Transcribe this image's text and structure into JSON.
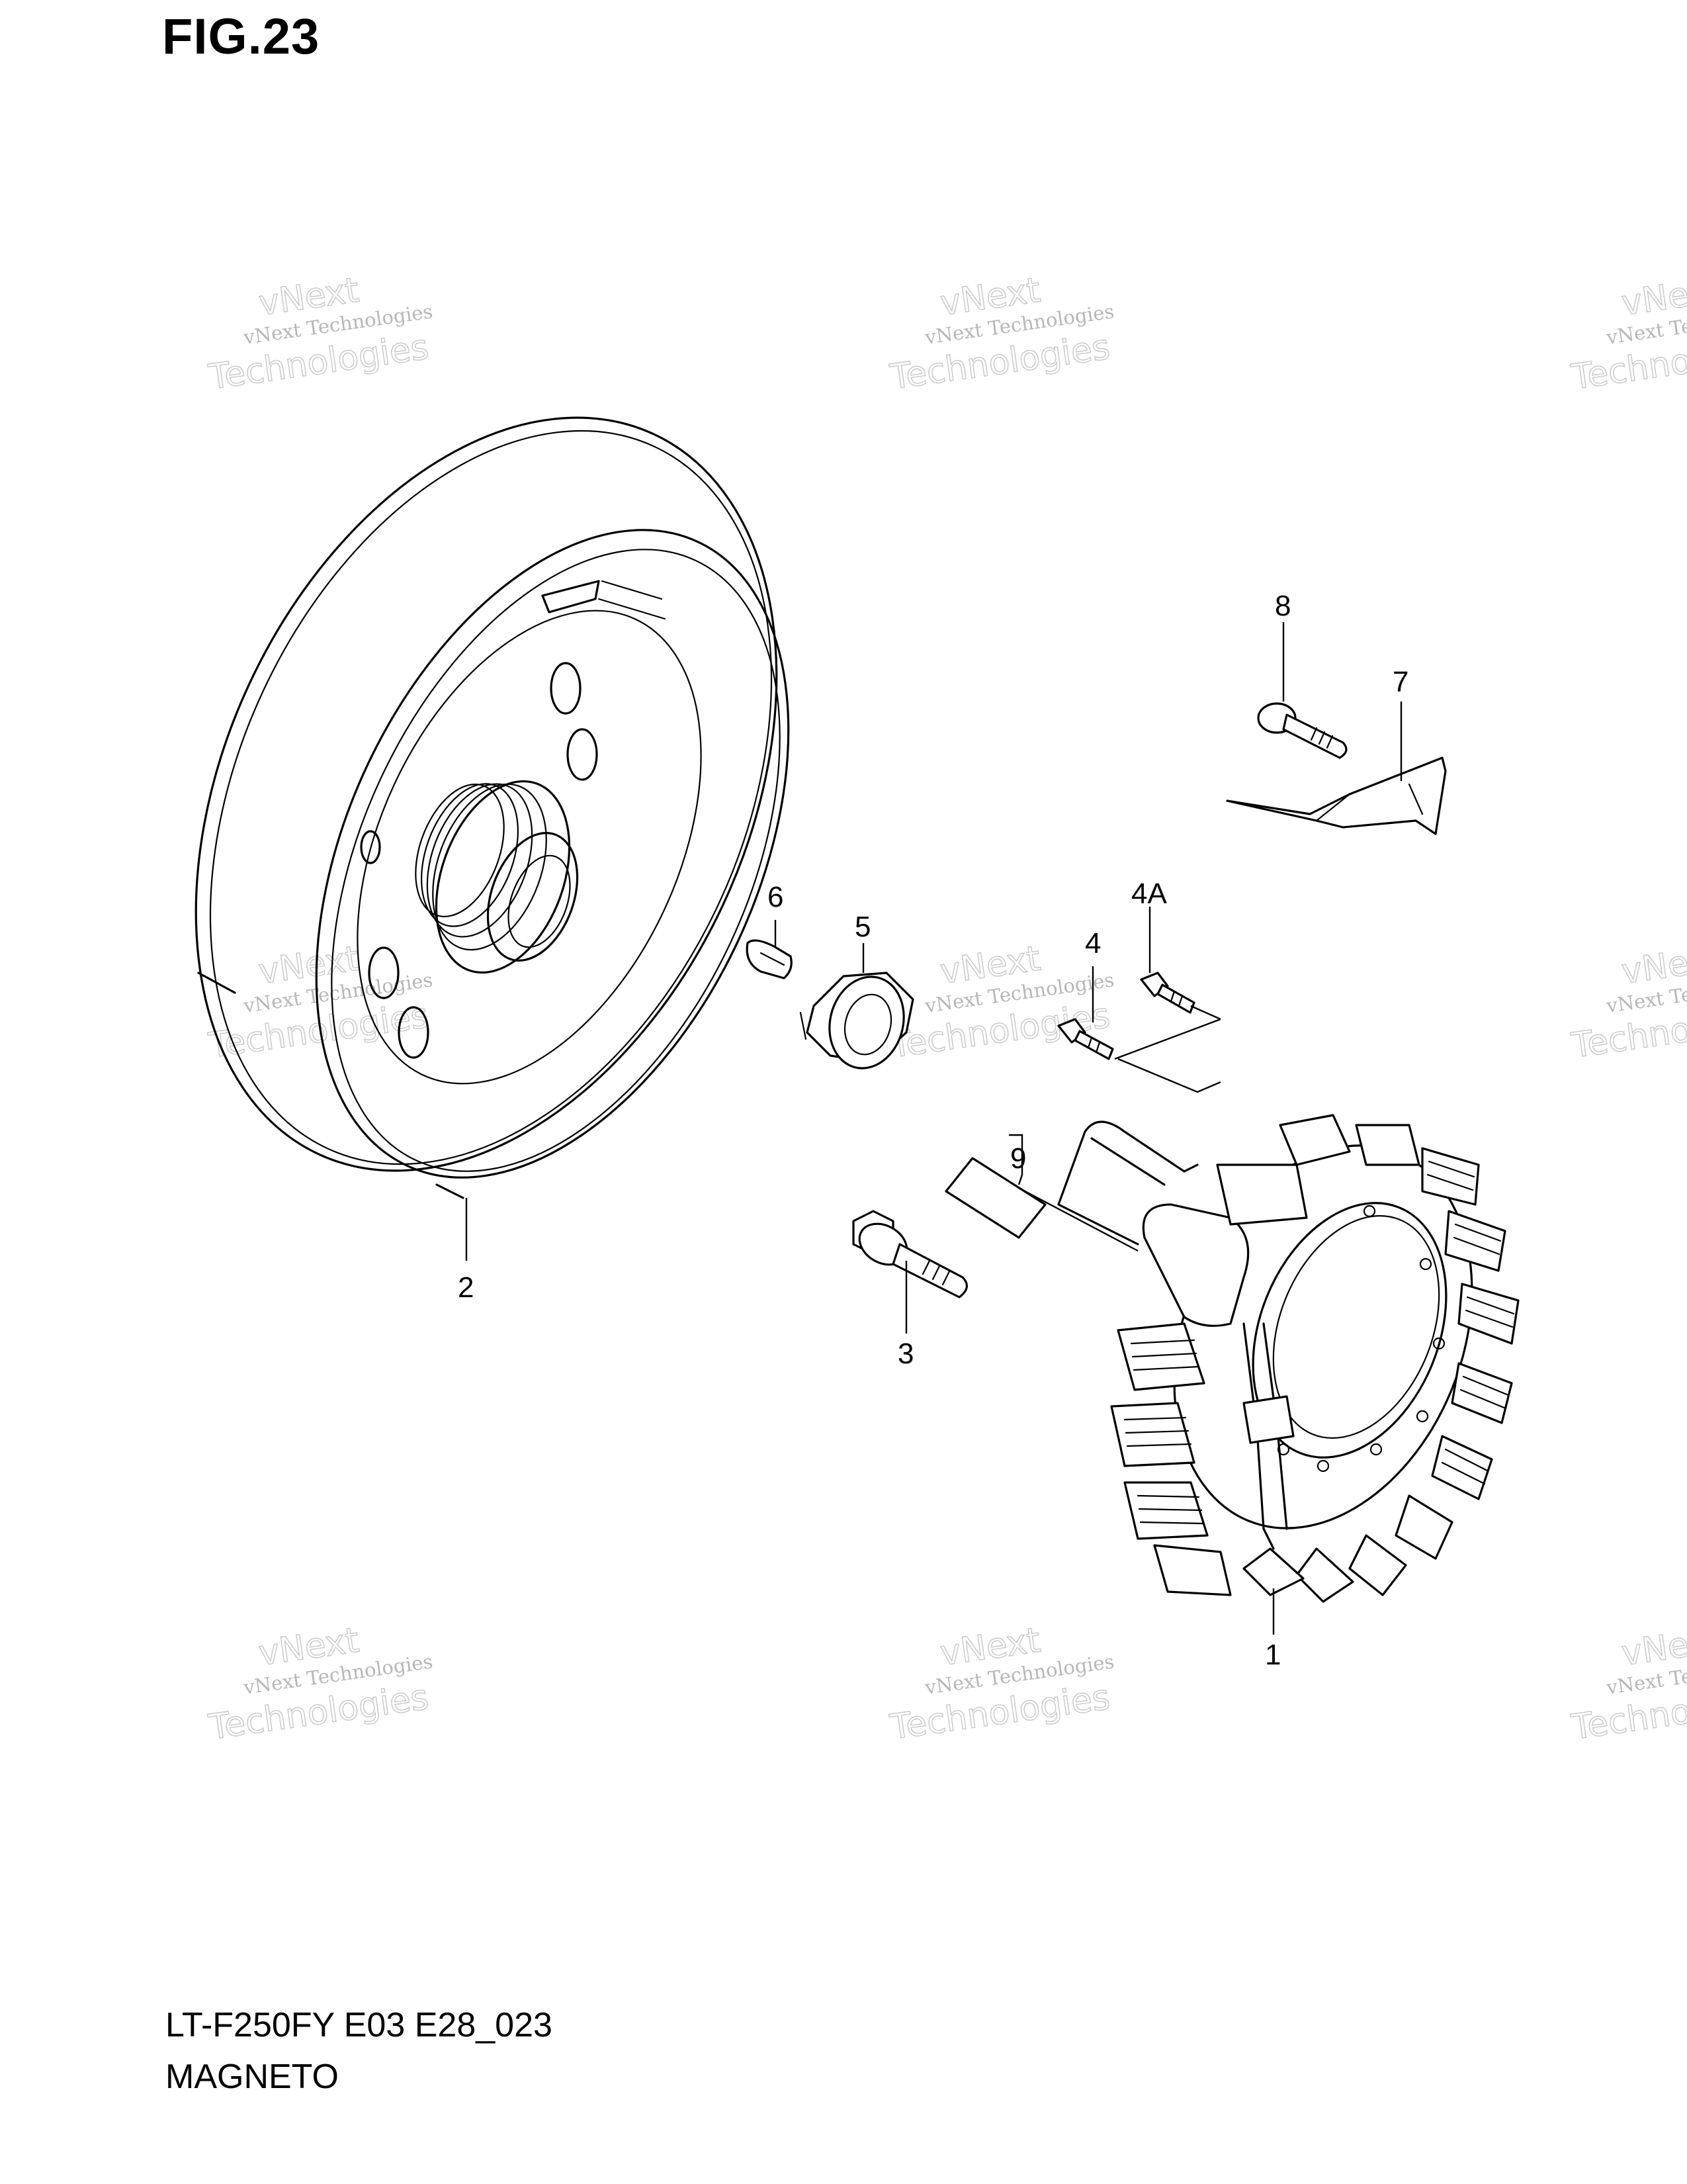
{
  "figure": {
    "title": "FIG.23",
    "model_code": "LT-F250FY E03 E28_023",
    "section_name": "MAGNETO"
  },
  "callouts": {
    "c1": "1",
    "c2": "2",
    "c3": "3",
    "c4": "4",
    "c4a": "4A",
    "c5": "5",
    "c6": "6",
    "c7": "7",
    "c8": "8",
    "c9": "9"
  },
  "watermark": {
    "line1": "vNext Technologies",
    "line2": "Technologies",
    "line3": "vNext"
  },
  "colors": {
    "line": "#000000",
    "background": "#ffffff",
    "watermark": "#8a8a8a"
  }
}
